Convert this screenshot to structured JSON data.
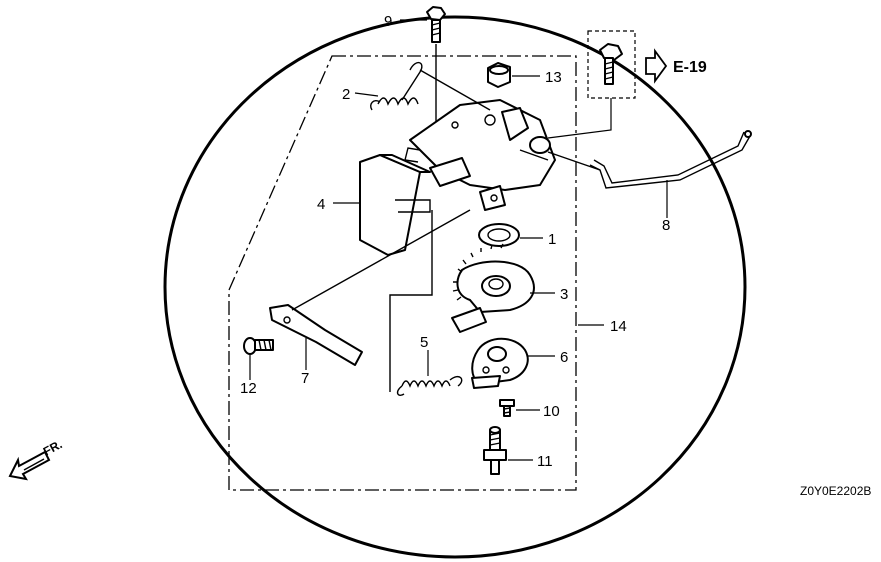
{
  "callouts": {
    "c1": "1",
    "c2": "2",
    "c3": "3",
    "c4": "4",
    "c5": "5",
    "c6": "6",
    "c7": "7",
    "c8": "8",
    "c9": "9",
    "c10": "10",
    "c11": "11",
    "c12": "12",
    "c13": "13",
    "c14": "14"
  },
  "reference": {
    "label": "E-19"
  },
  "front_indicator": {
    "label": "FR."
  },
  "diagram_code": "Z0Y0E2202B"
}
